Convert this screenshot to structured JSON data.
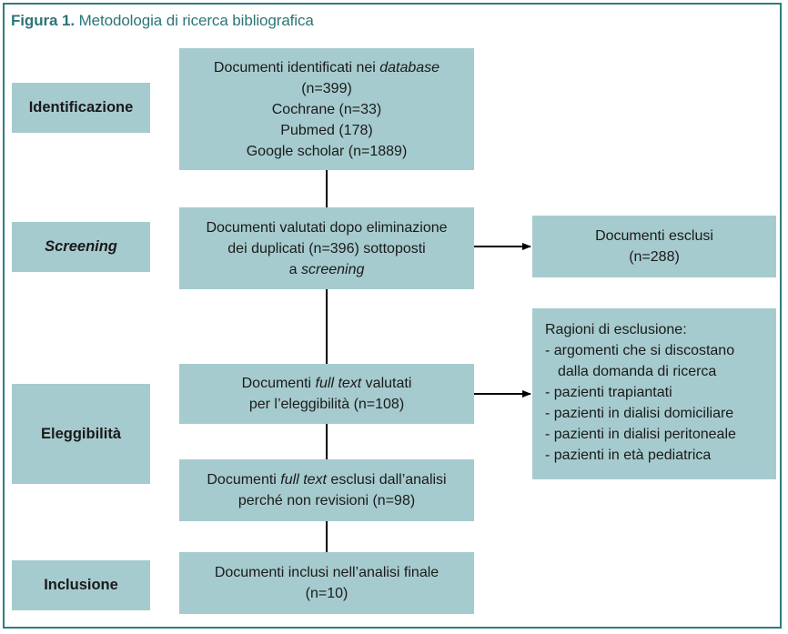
{
  "figure": {
    "title_bold": "Figura 1.",
    "title_rest": " Metodologia di ricerca bibliografica"
  },
  "stages": {
    "identification": "Identificazione",
    "screening": "Screening",
    "eligibility": "Eleggibilità",
    "inclusion": "Inclusione"
  },
  "boxes": {
    "identified": {
      "line1_pre": "Documenti identificati nei ",
      "line1_italic": "database",
      "line2": "(n=399)",
      "line3": "Cochrane (n=33)",
      "line4": "Pubmed (178)",
      "line5": "Google scholar (n=1889)"
    },
    "screened": {
      "line1": "Documenti valutati dopo eliminazione",
      "line2": "dei duplicati (n=396) sottoposti",
      "line3_pre": "a ",
      "line3_italic": "screening"
    },
    "excluded": {
      "line1": "Documenti esclusi",
      "line2": "(n=288)"
    },
    "fulltext_assessed": {
      "line1_pre": "Documenti ",
      "line1_italic": "full text",
      "line1_post": " valutati",
      "line2": "per l’eleggibilità (n=108)"
    },
    "fulltext_excluded": {
      "line1_pre": "Documenti ",
      "line1_italic": "full text",
      "line1_post": " esclusi dall’analisi",
      "line2": "perché non revisioni (n=98)"
    },
    "included": {
      "line1": "Documenti inclusi nell’analisi finale",
      "line2": "(n=10)"
    },
    "reasons": {
      "heading": "Ragioni di esclusione:",
      "items": [
        "- argomenti che si discostano",
        "dalla domanda di ricerca",
        "- pazienti trapiantati",
        "- pazienti in dialisi domiciliare",
        "- pazienti in dialisi peritoneale",
        "- pazienti in età pediatrica"
      ]
    }
  },
  "colors": {
    "box_fill": "#a6cbce",
    "frame": "#2f7d7e",
    "title": "#2b7577",
    "connector": "#000000"
  }
}
